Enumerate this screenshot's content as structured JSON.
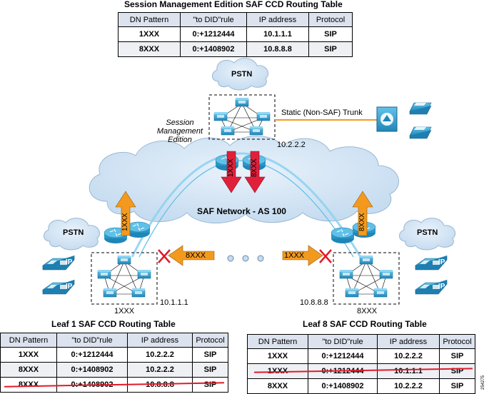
{
  "sme_table": {
    "title": "Session Management Edition SAF CCD Routing Table",
    "headers": [
      "DN Pattern",
      "\"to DID\"rule",
      "IP address",
      "Protocol"
    ],
    "rows": [
      [
        "1XXX",
        "0:+1212444",
        "10.1.1.1",
        "SIP"
      ],
      [
        "8XXX",
        "0:+1408902",
        "10.8.8.8",
        "SIP"
      ]
    ]
  },
  "leaf1_table": {
    "title": "Leaf 1 SAF CCD Routing Table",
    "headers": [
      "DN Pattern",
      "\"to DID\"rule",
      "IP address",
      "Protocol"
    ],
    "rows": [
      [
        "1XXX",
        "0:+1212444",
        "10.2.2.2",
        "SIP"
      ],
      [
        "8XXX",
        "0:+1408902",
        "10.2.2.2",
        "SIP"
      ],
      [
        "8XXX",
        "0:+1408902",
        "10.8.8.8",
        "SIP"
      ]
    ],
    "struck_row": 2
  },
  "leaf8_table": {
    "title": "Leaf 8 SAF CCD Routing Table",
    "headers": [
      "DN Pattern",
      "\"to DID\"rule",
      "IP address",
      "Protocol"
    ],
    "rows": [
      [
        "1XXX",
        "0:+1212444",
        "10.2.2.2",
        "SIP"
      ],
      [
        "1XXX",
        "0:+1212444",
        "10.1.1.1",
        "SIP"
      ],
      [
        "8XXX",
        "0:+1408902",
        "10.2.2.2",
        "SIP"
      ]
    ],
    "struck_row": 1
  },
  "labels": {
    "pstn_top": "PSTN",
    "pstn_left": "PSTN",
    "pstn_right": "PSTN",
    "trunk": "Static (Non-SAF) Trunk",
    "sme_line1": "Session",
    "sme_line2": "Management",
    "sme_line3": "Edition",
    "sme_ip": "10.2.2.2",
    "saf_network": "SAF Network - AS 100",
    "leaf1_ip": "10.1.1.1",
    "leaf1_dn": "1XXX",
    "leaf8_ip": "10.8.8.8",
    "leaf8_dn": "8XXX",
    "arrow_left_up": "1XXX",
    "arrow_right_up": "8XXX",
    "arrow_center_1": "1XXX",
    "arrow_center_2": "8XXX",
    "arrow_left_horiz": "8XXX",
    "arrow_right_horiz": "1XXX",
    "phone_ip": "IP",
    "figure_id": "254275"
  },
  "colors": {
    "cloud": "#d4e6f6",
    "cloud_stroke": "#9bb8d3",
    "device": "#3aa7d6",
    "orange_arrow": "#f39a1e",
    "red_arrow": "#e0203a",
    "red_x": "#e01a2a",
    "table_header": "#dce3ee"
  }
}
